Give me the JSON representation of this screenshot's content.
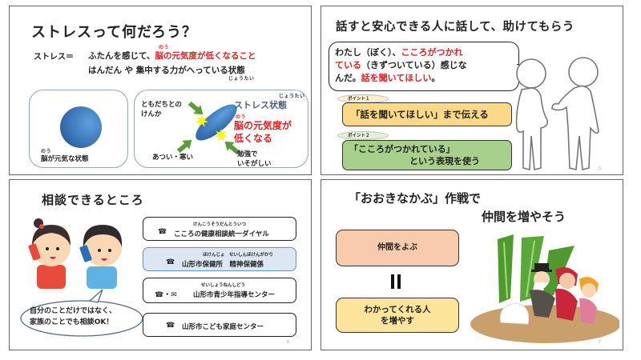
{
  "slides": [
    {
      "title": "ストレスって何だろう？",
      "definition_label": "ストレス＝",
      "definition_line1_normal": "ふたんを感じて、",
      "definition_line1_red": "脳の元気度が低くなること",
      "definition_ruby_nou": "のう",
      "definition_line2": "はんだん や 集中する力がへっている状態",
      "definition_ruby_joutai": "じょうたい",
      "healthy_panel": {
        "ruby": "のう",
        "caption": "脳が元気な状態"
      },
      "stress_panel": {
        "cause_friend": "ともだちとの\nけんか",
        "cause_friend_l1": "ともだちとの",
        "cause_friend_l2": "けんか",
        "cause_weather": "あつい・寒い",
        "cause_study_l1": "勉強で",
        "cause_study_l2": "いそがしい",
        "state_ruby": "じょうたい",
        "state_label": "ストレス状態",
        "brain_ruby": "のう",
        "brain_low_l1": "脳の元気度が",
        "brain_low_l2": "低くなる"
      }
    },
    {
      "title": "話すと安心できる人に話して、助けてもらう",
      "bubble": {
        "p1": "わたし（ぼく）、",
        "p2_red": "こころがつかれ",
        "p3_red": "ている",
        "p4": "（きずついている）感じな",
        "p5": "んだ。",
        "p6_red": "話を聞いてほしい",
        "p7": "。"
      },
      "points": [
        {
          "tag": "ポイント１",
          "text": "「話を聞いてほしい」まで伝える",
          "color": "#fbd989"
        },
        {
          "tag": "ポイント２",
          "text_l1": "「こころがつかれている」",
          "text_l2": "という表現を使う",
          "color": "#a7d08c"
        }
      ],
      "page_number": "5"
    },
    {
      "title": "相談できるところ",
      "speech": {
        "line1": "自分のことだけではなく、",
        "line2": "家族のことでも相談OK！"
      },
      "contacts": [
        {
          "icon": "phone-icon",
          "icon_glyph": "☎",
          "ruby": "けんこうそうだんとういつ",
          "name": "こころの健康相談統一ダイヤル"
        },
        {
          "icon": "phone-icon",
          "icon_glyph": "☎",
          "ruby": "ほけんじょ　せいしんほけんがかり",
          "name": "山形市保健所　精神保健係"
        },
        {
          "icon": "phone-mail-icon",
          "icon_glyph": "☎・✉",
          "ruby": "せいしょうねんしどう",
          "name": "山形市青少年指導センター"
        },
        {
          "icon": "phone-icon",
          "icon_glyph": "☎",
          "ruby": "",
          "name": "山形市こども家庭センター"
        }
      ],
      "page_number": "6"
    },
    {
      "title_l1": "「おおきなかぶ」作戦で",
      "title_l2": "仲間を増やそう",
      "box1": "仲間をよぶ",
      "box2_l1": "わかってくれる人",
      "box2_l2": "を増やす",
      "page_number": "7"
    }
  ],
  "colors": {
    "accent_red": "#e21d22",
    "brain_blue": "#3a75b8",
    "point1_yellow": "#fbd989",
    "point2_green": "#a7d08c",
    "contact_blue": "#dce7f3",
    "box_peach": "#f8cbad",
    "box_yellow": "#fde49b"
  }
}
